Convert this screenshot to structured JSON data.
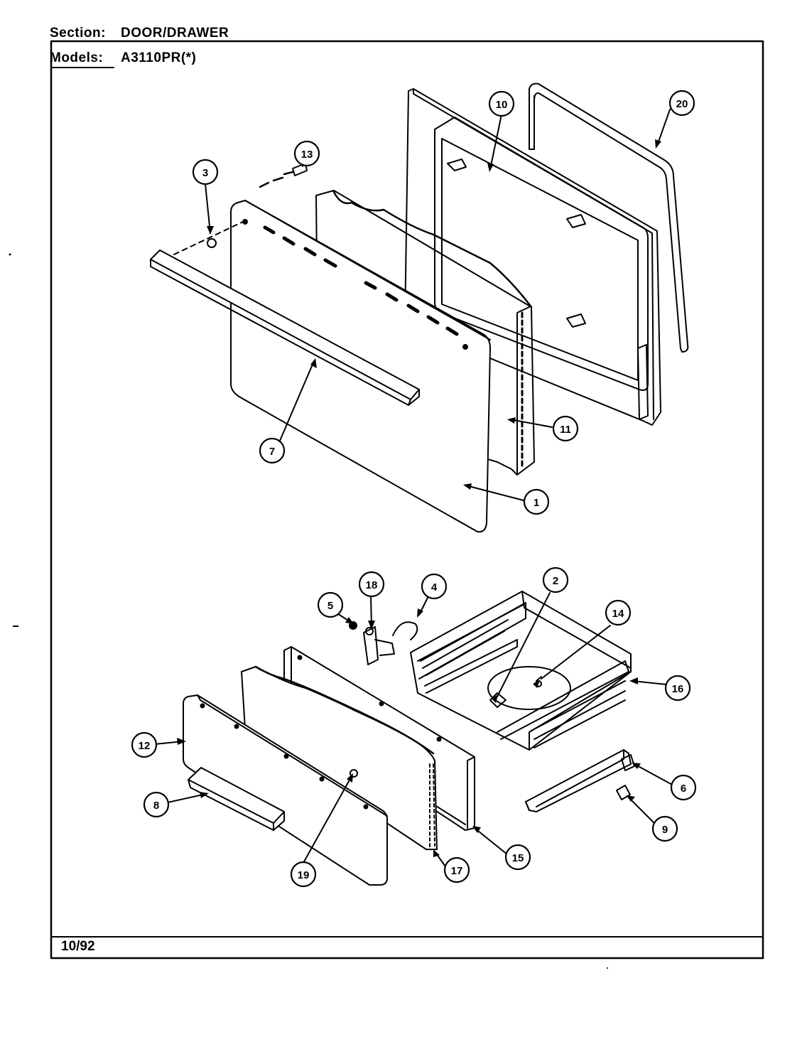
{
  "header": {
    "section_label": "Section:",
    "section_value": "DOOR/DRAWER",
    "models_label": "Models:",
    "models_value": "A3110PR(*)"
  },
  "footer": {
    "date": "10/92"
  },
  "callouts": [
    "1",
    "2",
    "3",
    "4",
    "5",
    "6",
    "7",
    "8",
    "9",
    "10",
    "11",
    "12",
    "13",
    "14",
    "15",
    "16",
    "17",
    "18",
    "19",
    "20"
  ]
}
